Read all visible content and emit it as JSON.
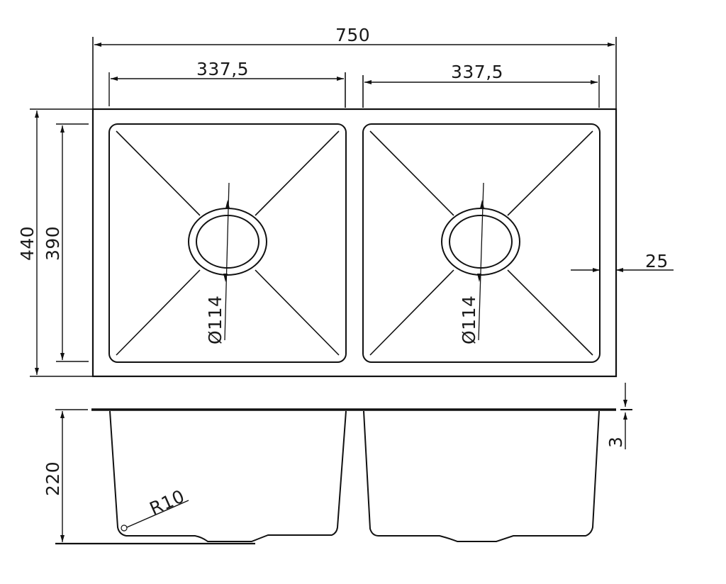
{
  "drawing": {
    "title": "Double bowl sink technical drawing",
    "views": [
      "top-view",
      "side-section-view"
    ],
    "stroke_color": "#111111",
    "background": "#ffffff"
  },
  "dimensions": {
    "overall_width": "750",
    "bowl_left_width": "337,5",
    "bowl_right_width": "337,5",
    "overall_depth": "440",
    "bowl_depth": "390",
    "drain_left_diameter": "Ø114",
    "drain_right_diameter": "Ø114",
    "rim_offset": "25",
    "bowl_height": "220",
    "flange_thickness": "3",
    "corner_radius": "R10"
  },
  "components": {
    "bowls": [
      {
        "id": "left-bowl",
        "drain": "Ø114"
      },
      {
        "id": "right-bowl",
        "drain": "Ø114"
      }
    ]
  }
}
